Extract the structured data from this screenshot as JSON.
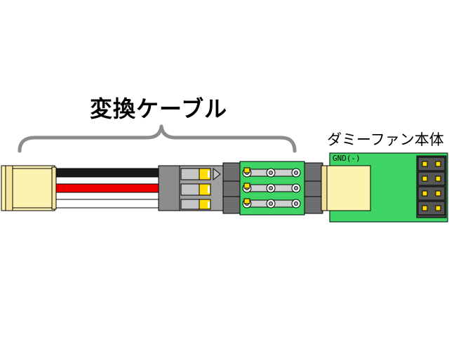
{
  "labels": {
    "cable": "変換ケーブル",
    "fan": "ダミーファン本体",
    "gnd": "GND(-)"
  },
  "colors": {
    "connector_cream": "#fdf2b0",
    "wire_black": "#1a1a1a",
    "wire_red": "#ee0000",
    "wire_white": "#ffffff",
    "housing_gray": "#a0a0a0",
    "pcb_green": "#3fd466",
    "pin_gold": "#ffde00",
    "header_dark": "#444444"
  }
}
